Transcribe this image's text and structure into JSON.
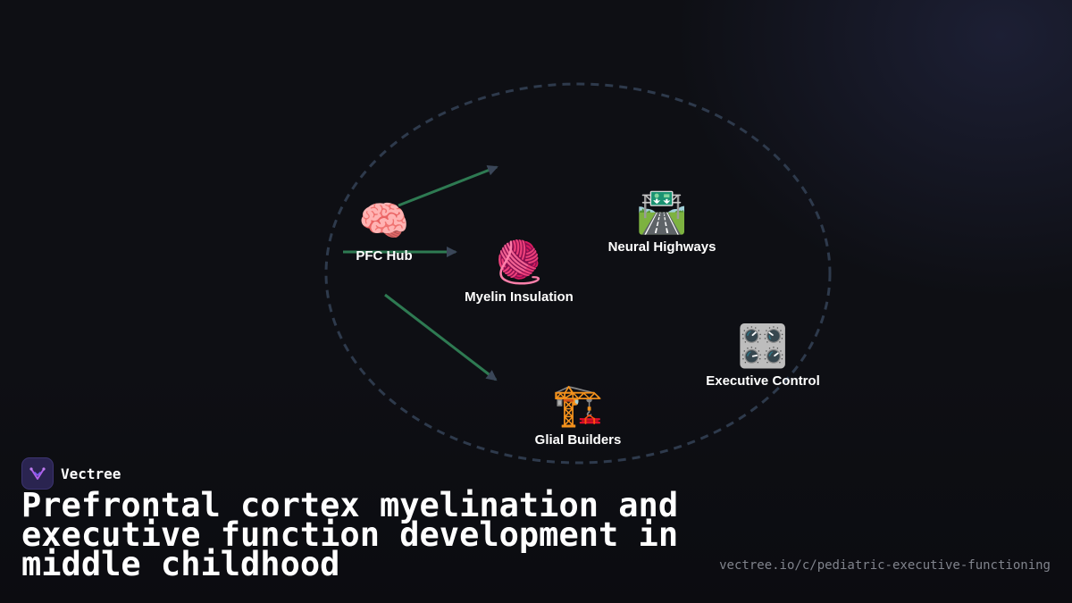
{
  "diagram": {
    "nodes": [
      {
        "id": "pfc",
        "label": "PFC Hub",
        "icon": "brain-icon",
        "glyph": "🧠"
      },
      {
        "id": "myelin",
        "label": "Myelin Insulation",
        "icon": "yarn-icon",
        "glyph": "🧶"
      },
      {
        "id": "highways",
        "label": "Neural Highways",
        "icon": "motorway-icon",
        "glyph": "🛣️"
      },
      {
        "id": "glial",
        "label": "Glial Builders",
        "icon": "construction-crane-icon",
        "glyph": "🏗️"
      },
      {
        "id": "executive",
        "label": "Executive Control",
        "icon": "control-knobs-icon",
        "glyph": "🎛️"
      }
    ],
    "colors": {
      "boundary": "#2e3a4c",
      "arrow_line": "#2e7a52",
      "arrow_head": "#3a4658"
    }
  },
  "brand": {
    "name": "Vectree"
  },
  "title": "Prefrontal cortex myelination and executive function development in middle childhood",
  "url": "vectree.io/c/pediatric-executive-functioning"
}
